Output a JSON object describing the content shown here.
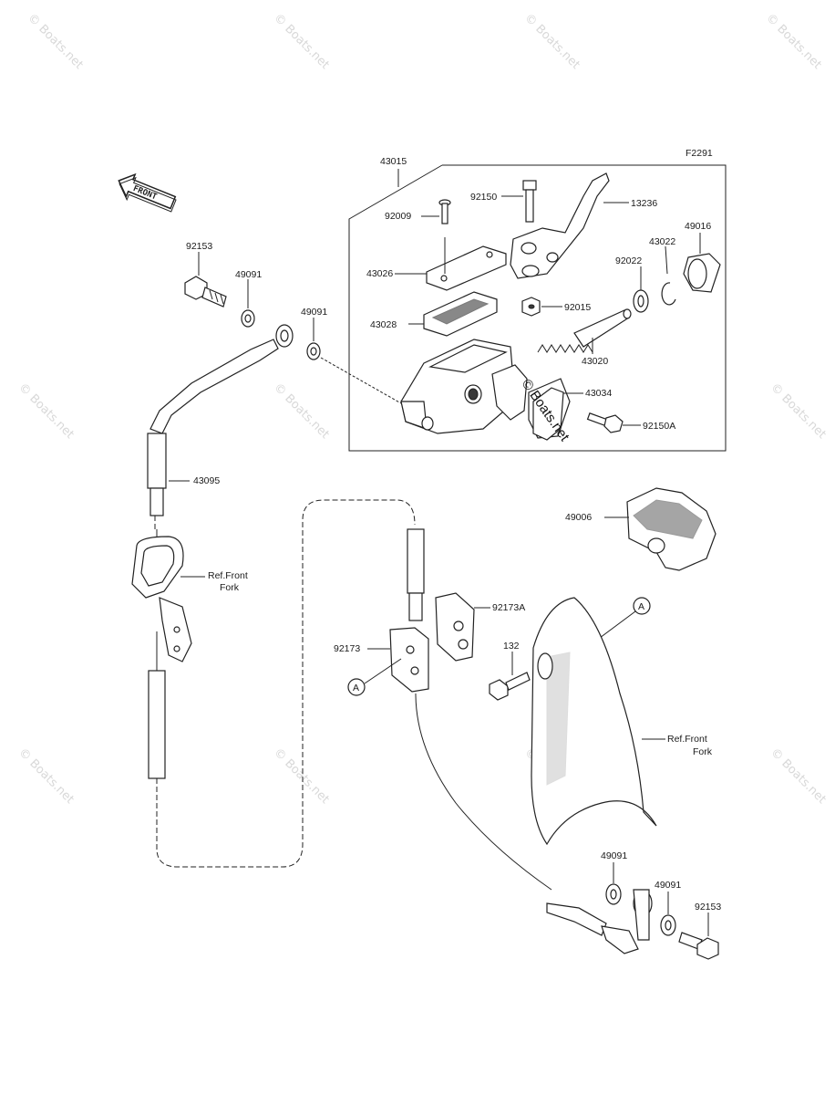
{
  "figure_code": "F2291",
  "front_arrow": "FRONT",
  "watermark": "© Boats.net",
  "center_watermark": "© Boats.net",
  "labels": {
    "p43015": "43015",
    "p92150": "92150",
    "p13236": "13236",
    "p92009": "92009",
    "p49016": "49016",
    "p43022": "43022",
    "p92022": "92022",
    "p43026": "43026",
    "p92015": "92015",
    "p43028": "43028",
    "p43020": "43020",
    "p43034": "43034",
    "p92150A": "92150A",
    "p92153_top": "92153",
    "p49091_a": "49091",
    "p49091_b": "49091",
    "p43095": "43095",
    "ref_front_fork_1a": "Ref.Front",
    "ref_front_fork_1b": "Fork",
    "p49006": "49006",
    "p92173A": "92173A",
    "p92173": "92173",
    "p132": "132",
    "ref_front_fork_2a": "Ref.Front",
    "ref_front_fork_2b": "Fork",
    "p49091_c": "49091",
    "p49091_d": "49091",
    "p92153_bottom": "92153",
    "callout_a1": "A",
    "callout_a2": "A"
  }
}
